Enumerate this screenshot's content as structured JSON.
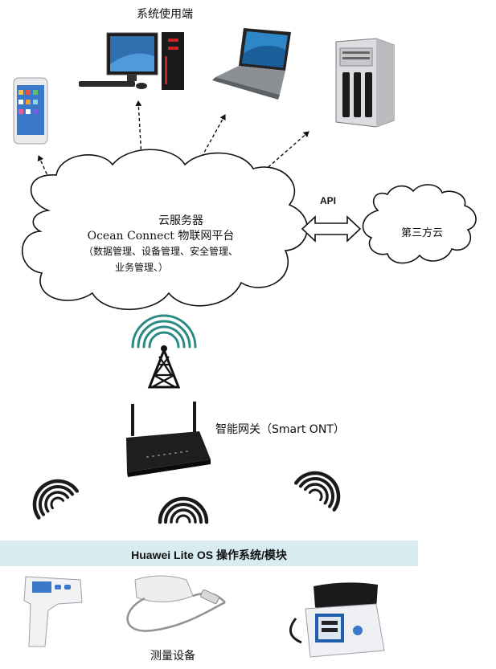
{
  "user_systems_label": "系统使用端",
  "cloud_server": {
    "title": "云服务器",
    "platform": "Ocean Connect 物联网平台",
    "functions_line1": "（数据管理、设备管理、安全管理、",
    "functions_line2": "业务管理、）"
  },
  "api_label": "API",
  "third_party_cloud_label": "第三方云",
  "gateway_label": "智能网关（Smart ONT）",
  "os_band_label": "Huawei Lite OS 操作系统/模块",
  "devices_label": "测量设备",
  "icons": [
    "smartphone-icon",
    "desktop-pc-icon",
    "laptop-icon",
    "server-icon",
    "cell-tower-icon",
    "router-icon",
    "wifi-signal-icon",
    "thermometer-icon",
    "pulse-oximeter-icon",
    "blood-pressure-monitor-icon"
  ],
  "colors": {
    "band": "#d9ecf2",
    "tower_signal": "#2a8a86",
    "lines": "#111111"
  }
}
